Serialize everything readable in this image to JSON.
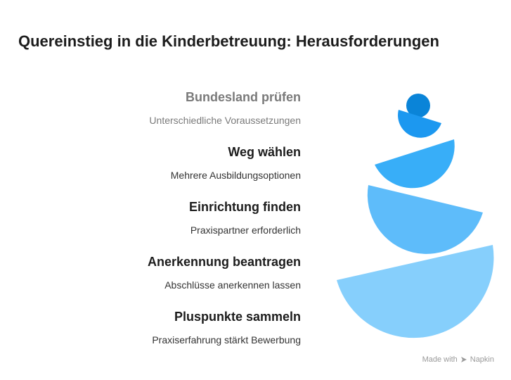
{
  "title": "Quereinstieg in die Kinderbetreuung: Herausforderungen",
  "items": [
    {
      "heading": "Bundesland prüfen",
      "desc": "Unterschiedliche Voraussetzungen",
      "color": "#0a84d8"
    },
    {
      "heading": "Weg wählen",
      "desc": "Mehrere Ausbildungsoptionen",
      "color": "#1c98f0"
    },
    {
      "heading": "Einrichtung finden",
      "desc": "Praxispartner erforderlich",
      "color": "#38aef8"
    },
    {
      "heading": "Anerkennung beantragen",
      "desc": "Abschlüsse anerkennen lassen",
      "color": "#5ebcfa"
    },
    {
      "heading": "Pluspunkte sammeln",
      "desc": "Praxiserfahrung stärkt Bewerbung",
      "color": "#86cffc"
    }
  ],
  "footer": {
    "made_with": "Made with",
    "brand": "Napkin",
    "brand_icon": "napkin-logo-icon"
  }
}
